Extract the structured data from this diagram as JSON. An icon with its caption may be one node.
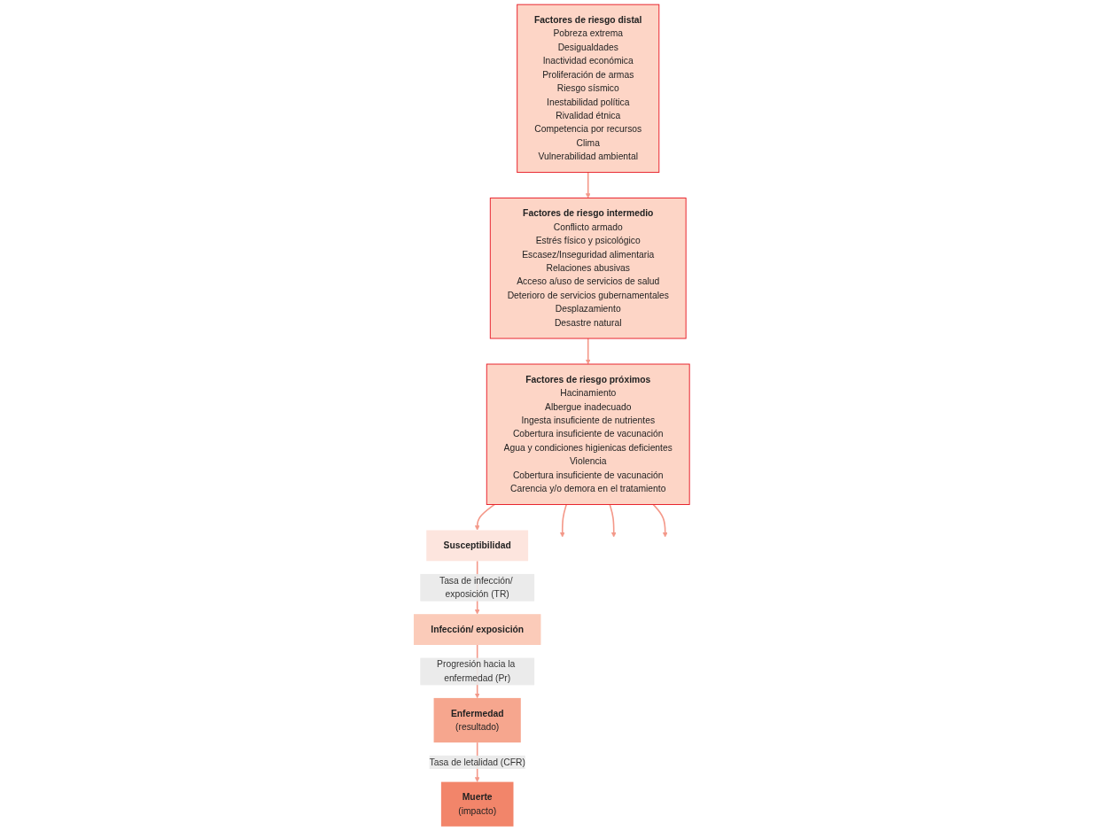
{
  "diagram": {
    "nodes": [
      {
        "text": [
          "Factores de riesgo distal",
          "Pobreza extrema",
          "Desigualdades",
          "Inactividad económica",
          "Proliferación de armas",
          "Riesgo sísmico",
          "Inestabilidad política",
          "Rivalidad étnica",
          "Competencia por recursos",
          "Clima",
          "Vulnerabilidad ambiental"
        ]
      },
      {
        "text": [
          "Factores de riesgo intermedio",
          "Conflicto armado",
          "Estrés físico y psicológico",
          "Escasez/Inseguridad alimentaria",
          "Relaciones abusivas",
          "Acceso a/uso de servicios de salud",
          "Deterioro de servicios gubernamentales",
          "Desplazamiento",
          "Desastre natural"
        ]
      },
      {
        "text": [
          "Factores de riesgo próximos",
          "Hacinamiento",
          "Albergue inadecuado",
          "Ingesta insuficiente de nutrientes",
          "Cobertura insuficiente de vacunación",
          "Agua y condiciones higienicas deficientes",
          "Violencia",
          "Cobertura insuficiente de vacunación",
          "Carencia y/o demora en el tratamiento"
        ]
      },
      {
        "text": [
          "Susceptibilidad"
        ]
      },
      {
        "text": [
          "Infección/ exposición"
        ]
      },
      {
        "text": [
          "Enfermedad",
          "(resultado)"
        ]
      },
      {
        "text": [
          "Muerte",
          "(impacto)"
        ]
      }
    ],
    "edges": [
      {
        "from": 0,
        "to": 1,
        "arrow": "to"
      },
      {
        "from": 1,
        "to": 2,
        "arrow": "to"
      },
      {
        "from": 2,
        "to": 3,
        "arrow": "to"
      },
      {
        "from": 2,
        "to": null,
        "arrow": "to"
      },
      {
        "from": 2,
        "to": null,
        "arrow": "to"
      },
      {
        "from": 2,
        "to": null,
        "arrow": "to"
      },
      {
        "from": 3,
        "to": 4,
        "arrow": "to",
        "label": "Tasa de infección/ exposición (TR)"
      },
      {
        "from": 4,
        "to": 5,
        "arrow": "to",
        "label": "Progresión hacia la enfermedad (Pr)"
      },
      {
        "from": 5,
        "to": 6,
        "arrow": "to",
        "label": "Tasa de letalidad (CFR)"
      }
    ]
  }
}
